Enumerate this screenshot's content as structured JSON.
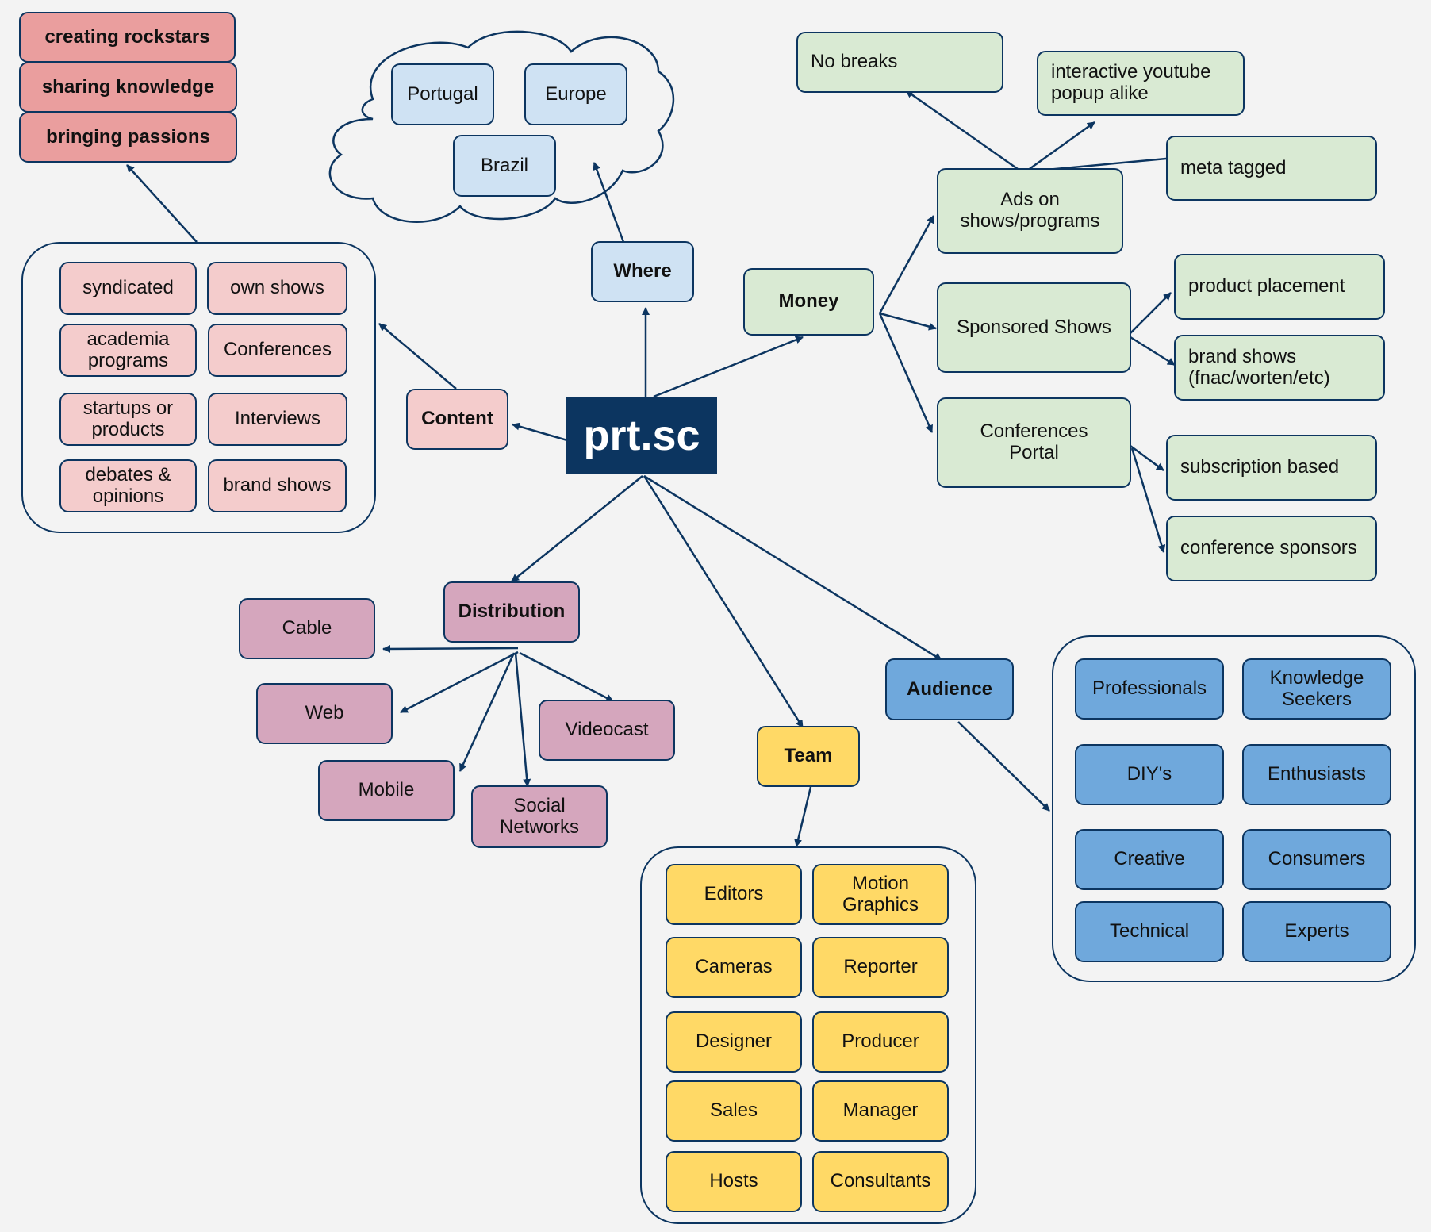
{
  "center": "prt.sc",
  "purpose": [
    "creating rockstars",
    "sharing knowledge",
    "bringing passions"
  ],
  "content": {
    "label": "Content",
    "items": [
      "syndicated",
      "own shows",
      "academia\nprograms",
      "Conferences",
      "startups or\nproducts",
      "Interviews",
      "debates &\nopinions",
      "brand shows"
    ]
  },
  "where": {
    "label": "Where",
    "items": [
      "Portugal",
      "Europe",
      "Brazil"
    ]
  },
  "money": {
    "label": "Money",
    "ads": "Ads on\nshows/programs",
    "ads_items": [
      "No breaks",
      "interactive youtube\npopup alike",
      "meta tagged"
    ],
    "sponsored": "Sponsored Shows",
    "sponsored_items": [
      "product placement",
      "brand shows\n(fnac/worten/etc)"
    ],
    "conferences": "Conferences\nPortal",
    "conferences_items": [
      "subscription based",
      "conference sponsors"
    ]
  },
  "distribution": {
    "label": "Distribution",
    "items": [
      "Cable",
      "Web",
      "Mobile",
      "Social\nNetworks",
      "Videocast"
    ]
  },
  "team": {
    "label": "Team",
    "items": [
      "Editors",
      "Motion\nGraphics",
      "Cameras",
      "Reporter",
      "Designer",
      "Producer",
      "Sales",
      "Manager",
      "Hosts",
      "Consultants"
    ]
  },
  "audience": {
    "label": "Audience",
    "items": [
      "Professionals",
      "Knowledge\nSeekers",
      "DIY's",
      "Enthusiasts",
      "Creative",
      "Consumers",
      "Technical",
      "Experts"
    ]
  },
  "colors": {
    "edge": "#0c3560",
    "center_fill": "#0c3560",
    "purpose_fill": "#ea9e9e",
    "content_fill": "#f4cccc",
    "where_fill": "#cfe2f3",
    "money_fill": "#d9ead3",
    "distribution_fill": "#d5a6bd",
    "team_fill": "#ffd966",
    "audience_fill": "#6fa8dc",
    "background": "#f3f3f3"
  }
}
